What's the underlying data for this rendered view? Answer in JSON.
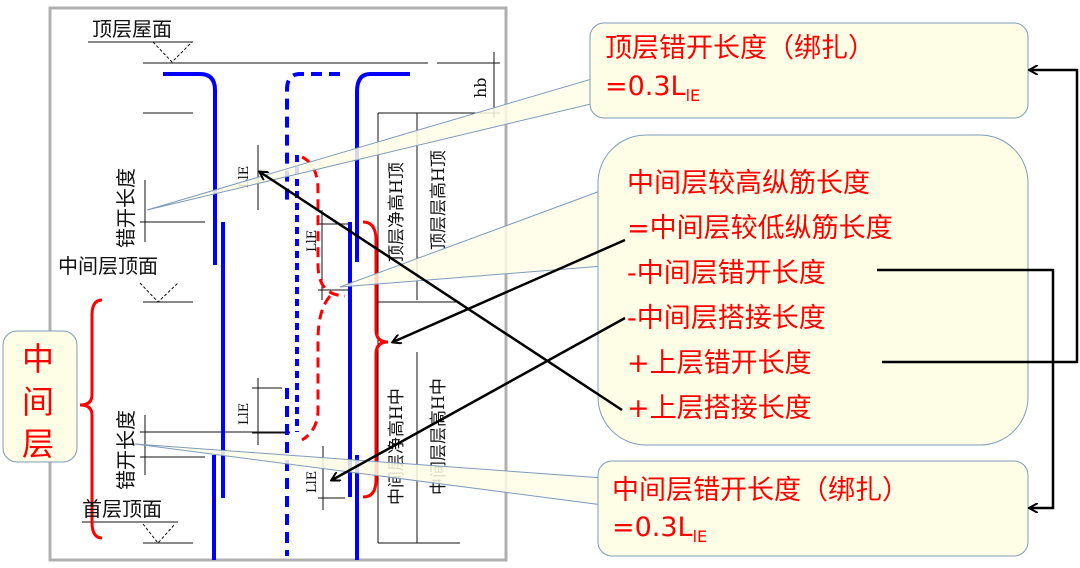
{
  "drawing": {
    "roof_label": "顶层屋面",
    "mid_top_label": "中间层顶面",
    "first_top_label": "首层顶面",
    "stagger_label_upper": "错开长度",
    "stagger_label_lower": "错开长度",
    "lie_label": "LlE",
    "hb_label": "hb",
    "top_clear_height": "顶层净高H顶",
    "top_story_height": "顶层层高H顶",
    "mid_clear_height": "中间层净高H中",
    "mid_story_height": "中间层层高H中"
  },
  "side_label": {
    "text": [
      "中",
      "间",
      "层"
    ]
  },
  "callouts": {
    "top": {
      "line1": "顶层错开长度（绑扎）",
      "line2_main": "=0.3L",
      "line2_sub": "lE"
    },
    "middle": {
      "lines": [
        "中间层较高纵筋长度",
        "=中间层较低纵筋长度",
        "-中间层错开长度",
        "-中间层搭接长度",
        "+上层错开长度",
        "+上层搭接长度"
      ]
    },
    "bottom": {
      "line1": "中间层错开长度（绑扎）",
      "line2_main": "=0.3L",
      "line2_sub": "lE"
    }
  },
  "colors": {
    "text_red": "#ff0000",
    "rebar_blue": "#0000ff",
    "callout_fill": "#fefee6",
    "callout_border": "#7f9bbb"
  }
}
